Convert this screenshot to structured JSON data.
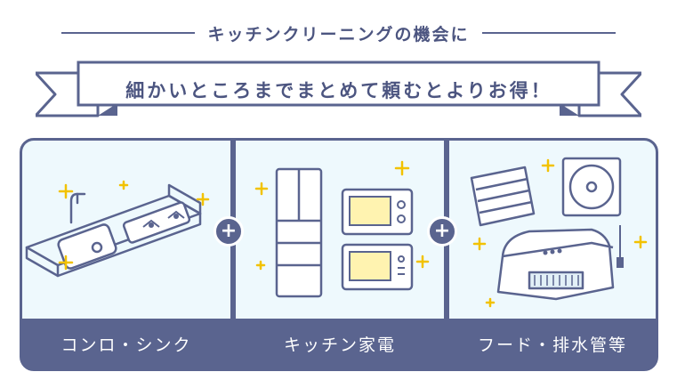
{
  "header": {
    "title": "キッチンクリーニングの機会に"
  },
  "ribbon": {
    "text": "細かいところまでまとめて頼むとよりお得！"
  },
  "panels": [
    {
      "label": "コンロ・シンク",
      "icon": "kitchen-counter-icon"
    },
    {
      "label": "キッチン家電",
      "icon": "appliances-icon"
    },
    {
      "label": "フード・排水管等",
      "icon": "range-hood-icon"
    }
  ],
  "plus_symbol": "+",
  "colors": {
    "accent": "#5a648f",
    "panel_bg": "#eef9fd",
    "sparkle": "#f2c200",
    "screen": "#fff3b0"
  }
}
